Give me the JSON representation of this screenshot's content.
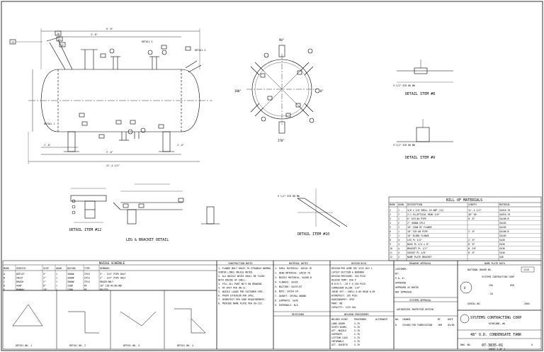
{
  "views": {
    "detail_item_12": "DETAIL ITEM #12",
    "leg_bracket": "LEG & BRACKET DETAIL",
    "detail_item_10": "DETAIL ITEM #10",
    "detail_item_8": "DETAIL ITEM #8",
    "detail_item_9": "DETAIL ITEM #9",
    "detail_1": "DETAIL 1",
    "detail_2": "DETAIL 2",
    "detail_3": "DETAIL 3",
    "detail_4": "DETAIL 4"
  },
  "elevation": {
    "overall_dim": "11'-4 1/2\"",
    "dim_1": "6'-6\"",
    "dim_2": "3'-8\"",
    "dim_3": "1'-6\"",
    "dim_4": "2'-0\"",
    "dim_5": "1'-4\""
  },
  "plan_angles": [
    "90°",
    "0°",
    "180°",
    "270°"
  ],
  "bill_of_materials": {
    "title": "BILL OF MATERIALS",
    "headers": [
      "MARK",
      "QUAN.",
      "DESCRIPTION",
      "LENGTH",
      "MATERIAL"
    ],
    "rows": [
      [
        "1",
        "1",
        "3/8 x 3/8 SHELL 16 ABP (12)",
        "11'-4 1/2\"",
        "SA516-70"
      ],
      [
        "2",
        "2",
        "2:1 ELLIPTICAL HEAD 3/8\"",
        "48\" OD",
        "SA516-70"
      ],
      [
        "3",
        "1",
        "6\" SCH 80 PIPE",
        "0'-8\"",
        "SA106-B"
      ],
      [
        "4",
        "2",
        "2\" 3000# CPLG",
        "",
        "SA105"
      ],
      [
        "5",
        "1",
        "18\" 150# RF FLANGE",
        "",
        "SA105"
      ],
      [
        "6",
        "1",
        "18\" SCH 80 PIPE",
        "1'-0\"",
        "SA106-B"
      ],
      [
        "7",
        "1",
        "18\" BLIND FLANGE",
        "",
        "SA105"
      ],
      [
        "8",
        "4",
        "LEG PL 1/2\"",
        "1'-6\"",
        "SA36"
      ],
      [
        "9",
        "4",
        "BASE PL 3/4 x 8\"",
        "0'-8\"",
        "SA36"
      ],
      [
        "10",
        "4",
        "BRACKET PL 1/2\"",
        "0'-10\"",
        "SA36"
      ],
      [
        "11",
        "4",
        "GUSSET PL 3/8\"",
        "0'-6\"",
        "SA36"
      ],
      [
        "12",
        "1",
        "NAME PLATE BRACKET",
        "",
        "A36"
      ]
    ]
  },
  "nozzle_schedule": {
    "title": "NOZZLE SCHEDULE",
    "headers": [
      "MARK",
      "SERVICE",
      "SIZE",
      "QUAN",
      "RATING",
      "TYPE",
      "REMARKS"
    ],
    "rows": [
      [
        "A",
        "OUTLET",
        "2\"",
        "1",
        "3000#",
        "CPLG",
        "2\" - 3/4\" PIPE HALF"
      ],
      [
        "B",
        "INLET",
        "2\"",
        "1",
        "3000#",
        "CPLG",
        "2\" - 3/4\" PIPE HALF"
      ],
      [
        "C",
        "DRAIN",
        "2\"",
        "1",
        "3000#",
        "CPLG",
        "DRAIN ONLY"
      ],
      [
        "D",
        "VENT",
        "6\"",
        "1",
        "150#",
        "RF",
        "18\" 150 RF/BLIND"
      ],
      [
        "E",
        "MANWAY",
        "18\"",
        "1",
        "150#",
        "RF",
        "BOLTED"
      ]
    ]
  },
  "construction_notes": {
    "title": "CONSTRUCTION NOTES",
    "lines": [
      "1. FLANGE BOLT HOLES TO STRADDLE NORMAL",
      "   CENTER LINES UNLESS NOTED.",
      "2. ALL NOZZLE NECKS SHALL BE FLUSH",
      "   WITH INSIDE OF SHELL.",
      "3. FILL ALL PART NO'S ON DRAWING.",
      "4. RT SPOT PER UW-11.",
      "5. NOZZLE LOADS PER CUSTOMER SPEC.",
      "6. PAINT EXTERIOR PER SPEC.",
      "7. HYDROTEST PER CODE REQUIREMENTS.",
      "8. PROVIDE NAME PLATE PER UG-119."
    ]
  },
  "material_notes": {
    "title": "MATERIAL NOTES",
    "lines": [
      "1. SHELL MATERIAL: SA516-70",
      "2. HEAD MATERIAL: SA516-70",
      "3. NOZZLE MATERIAL: SA106-B",
      "4. FLANGES: SA105",
      "5. BOLTING: SA193-B7",
      "6. NUTS: SA194-2H",
      "7. GASKET: SPIRAL WOUND",
      "8. SUPPORTS: SA36",
      "9. INTERNALS: N/A"
    ],
    "revisions_title": "REVISIONS"
  },
  "design_data": {
    "title": "DESIGN DATA",
    "lines": [
      "DESIGN PER ASME SEC VIII DIV 1",
      "LATEST EDITION & ADDENDA",
      "DESIGN PRESSURE: 150 PSIG",
      "DESIGN TEMP: 650 F",
      "M.D.M.T: -20 F @ 150 PSIG",
      "CORROSION ALLOW: 1/8\"",
      "JOINT EFF.: SHELL 0.85 HEAD 0.85",
      "HYDROTEST: 195 PSIG",
      "RADIOGRAPHY: SPOT",
      "PWHT: NO",
      "CAPACITY: 1125 GAL"
    ],
    "welding_title": "WELDING PROCEDURES",
    "welding_headers": [
      "WELDED JOINT",
      "PROCEDURE",
      "ALTERNATE"
    ],
    "welding_rows": [
      [
        "LONG SEAMS",
        "S-70",
        ""
      ],
      [
        "GIRTH SEAMS",
        "S-70",
        ""
      ],
      [
        "ATT. NOZZLE",
        "S-70",
        ""
      ],
      [
        "SUPPORTS",
        "S-70",
        ""
      ],
      [
        "LIFTING LUGS",
        "S-70",
        ""
      ],
      [
        "INTERNALS",
        "S-70",
        ""
      ],
      [
        "ATT. GUSSETS",
        "S-70",
        ""
      ]
    ]
  },
  "drawing_approval": {
    "title": "DRAWING APPROVAL",
    "lines": [
      "CUSTOMER:",
      "BY:",
      "P.O. #:",
      "APPROVED",
      "APPROVED AS NOTED",
      "NOT APPROVED"
    ],
    "authorized_title": "SYSTEMS APPROVAL",
    "authorized_inspector": "AUTHORIZED INSPECTOR REVIEW",
    "revisions_headers": [
      "NO.",
      "CHANGE",
      "BY",
      "DATE"
    ],
    "revisions_row": [
      "0",
      "ISSUED FOR FABRICATION",
      "JKM",
      "03/04"
    ]
  },
  "name_plate": {
    "title": "NAME PLATE DATA",
    "nb": "NATIONAL BOARD NO",
    "nb_value": "1116",
    "company": "SYSTEMS CONTRACTING CORP",
    "mawp": "150",
    "temp": "650",
    "mdmt": "-20",
    "serial_label": "SERIAL NO.",
    "year": "2004"
  },
  "title_block": {
    "company": "SYSTEMS CONTRACTING CORP",
    "city": "KIRKLAND, WA",
    "drawing_title": "48\" O.D. CONDENSATE TANK",
    "drawing_no_label": "DWG. NO.",
    "drawing_no": "07-3835-01",
    "rev": "0",
    "sheet": "SHEET 1 OF 1"
  },
  "weld_details": {
    "labels": [
      "DETAIL NO. 1",
      "DETAIL NO. 2",
      "DETAIL NO. 3",
      "DETAIL NO. 4"
    ]
  },
  "callouts": [
    "10",
    "11",
    "12",
    "13",
    "1",
    "2",
    "3",
    "4",
    "5",
    "6",
    "7",
    "8",
    "9",
    "A",
    "B",
    "C",
    "D",
    "E"
  ],
  "dimension_notes": {
    "note_1": "9 1/2\" SCH 80 BW",
    "note_2": "9 1/2\" SCH 80 BW"
  }
}
